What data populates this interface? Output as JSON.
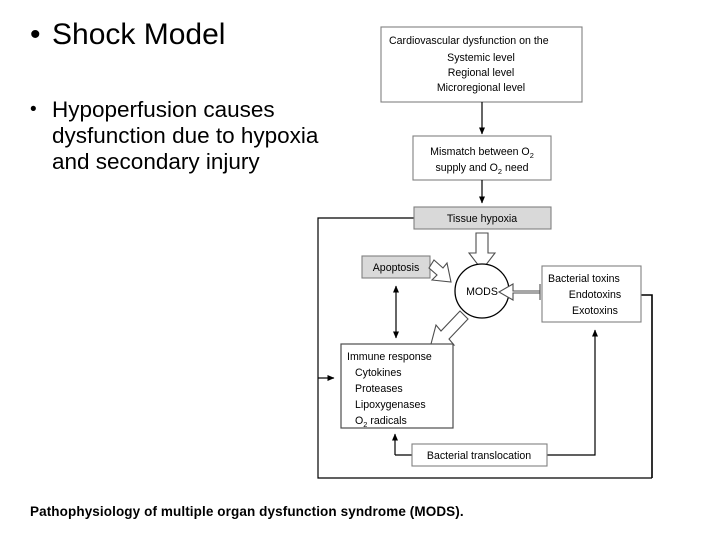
{
  "slide": {
    "background_color": "#ffffff",
    "text_color": "#000000"
  },
  "bullets": [
    {
      "marker": "•",
      "text": "Shock Model"
    },
    {
      "marker": "•",
      "text": "Hypoperfusion causes dysfunction due to hypoxia and secondary injury"
    }
  ],
  "caption": "Pathophysiology of multiple organ dysfunction syndrome (MODS).",
  "figure": {
    "name": "mods-pathophysiology-flowchart",
    "box_fill_plain": "#ffffff",
    "box_fill_shaded": "#d9d9d9",
    "stroke_color": "#4d4d4d",
    "stroke_color_dark": "#000000",
    "nodes": {
      "cardiovascular": {
        "label": "Cardiovascular dysfunction on the",
        "lines": [
          "Systemic level",
          "Regional level",
          "Microregional level"
        ],
        "shaded": false
      },
      "mismatch": {
        "line1_pre": "Mismatch between O",
        "line1_sub": "2",
        "line2_pre": "supply and O",
        "line2_sub": "2",
        "line2_post": " need",
        "shaded": false
      },
      "tissue_hypoxia": {
        "label": "Tissue hypoxia",
        "shaded": true
      },
      "apoptosis": {
        "label": "Apoptosis",
        "shaded": true
      },
      "mods": {
        "label": "MODS",
        "shape": "circle"
      },
      "bacterial_toxins": {
        "label": "Bacterial toxins",
        "lines": [
          "Endotoxins",
          "Exotoxins"
        ],
        "shaded": false
      },
      "immune_response": {
        "label": "Immune response",
        "lines": [
          "Cytokines",
          "Proteases",
          "Lipoxygenases"
        ],
        "last_line_pre": "O",
        "last_line_sub": "2",
        "last_line_post": " radicals",
        "shaded": false
      },
      "bacterial_translocation": {
        "label": "Bacterial translocation",
        "shaded": false
      }
    }
  }
}
